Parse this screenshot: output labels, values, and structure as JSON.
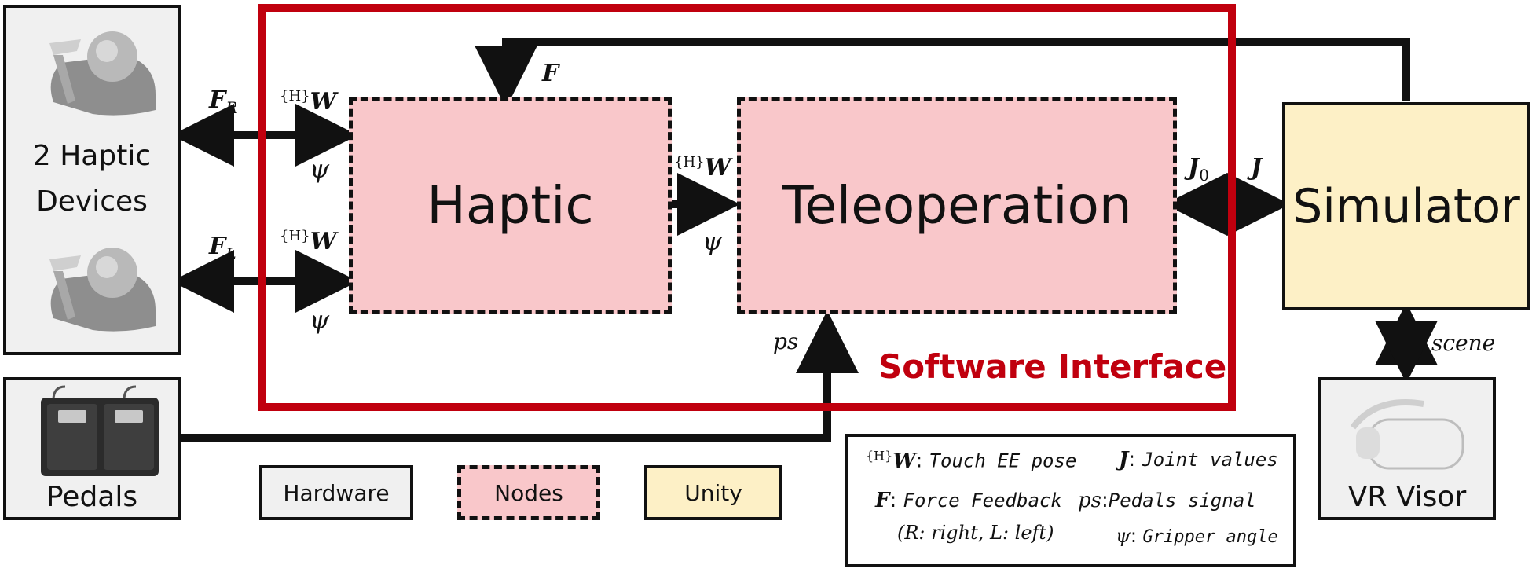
{
  "software_interface": {
    "label": "Software Interface",
    "color": "#c0000e"
  },
  "nodes": {
    "haptic": "Haptic",
    "teleoperation": "Teleoperation",
    "simulator": "Simulator"
  },
  "hardware": {
    "haptic_devices": {
      "line1": "2 Haptic",
      "line2": "Devices"
    },
    "pedals": "Pedals",
    "vr_visor": "VR Visor"
  },
  "signals": {
    "F": "F",
    "F_R": {
      "base": "F",
      "sub": "R"
    },
    "F_L": {
      "base": "F",
      "sub": "L"
    },
    "W": {
      "pre": "{H}",
      "base": "W"
    },
    "psi": "ψ",
    "J0": {
      "base": "J",
      "sub": "0"
    },
    "J": "J",
    "ps": "ps",
    "scene": "scene"
  },
  "key": {
    "hardware": "Hardware",
    "nodes": "Nodes",
    "unity": "Unity"
  },
  "legend": {
    "w_pre": "{H}",
    "w_base": "W",
    "w_desc": "Touch EE pose",
    "f_base": "F",
    "f_desc": "Force Feedback",
    "f_sub_desc": "(R: right, L: left)",
    "j_base": "J",
    "j_desc": "Joint values",
    "ps_base": "ps",
    "ps_desc": "Pedals signal",
    "psi_base": "ψ",
    "psi_desc": "Gripper angle"
  },
  "colors": {
    "node_fill": "#f9c7ca",
    "unity_fill": "#fdf0c6",
    "hardware_fill": "#f0f0f0"
  }
}
